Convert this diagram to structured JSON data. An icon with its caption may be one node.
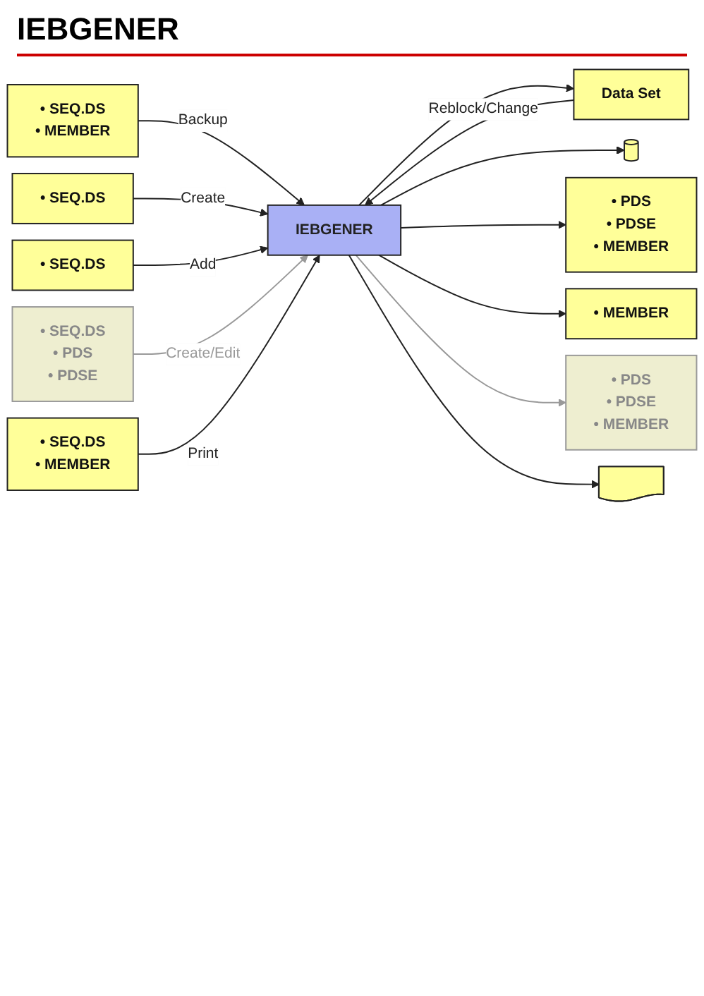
{
  "diagram": {
    "title": "IEBGENER",
    "nodes": [
      {
        "text": [
          "• SEQ.DS",
          "• MEMBER"
        ]
      },
      {
        "text": [
          "• SEQ.DS"
        ]
      },
      {
        "text": [
          "• SEQ.DS"
        ]
      },
      {
        "text": [
          "• SEQ.DS",
          "• PDS",
          "• PDSE"
        ]
      },
      {
        "text": [
          "• SEQ.DS",
          "• MEMBER"
        ]
      },
      {
        "text": [
          "Data Set"
        ]
      },
      {
        "text": [
          "IEBGENER"
        ]
      },
      {
        "text": [],
        "shape": "cylinder"
      },
      {
        "text": [
          "• PDS",
          "• PDSE",
          "• MEMBER"
        ]
      },
      {
        "text": [
          "• MEMBER"
        ]
      },
      {
        "text": [
          "• PDS",
          "• PDSE",
          "• MEMBER"
        ]
      },
      {
        "text": [],
        "shape": "document"
      }
    ],
    "edges": [
      {
        "from": 0,
        "to": 6,
        "arrow": "to",
        "label": "Backup"
      },
      {
        "from": 1,
        "to": 6,
        "arrow": "to",
        "label": "Create"
      },
      {
        "from": 2,
        "to": 6,
        "arrow": "to",
        "label": "Add"
      },
      {
        "from": 3,
        "to": 6,
        "arrow": "to",
        "label": "Create/Edit",
        "color": "#999999"
      },
      {
        "from": 4,
        "to": 6,
        "arrow": "to",
        "label": "Print"
      },
      {
        "from": 5,
        "to": 6,
        "arrow": "to",
        "label": "Reblock/Change"
      },
      {
        "from": 6,
        "to": 5,
        "arrow": "to"
      },
      {
        "from": 6,
        "to": 7,
        "arrow": "to"
      },
      {
        "from": 6,
        "to": 8,
        "arrow": "to"
      },
      {
        "from": 6,
        "to": 9,
        "arrow": "to"
      },
      {
        "from": 6,
        "to": 10,
        "arrow": "to",
        "color": "#999999"
      },
      {
        "from": 6,
        "to": 11,
        "arrow": "to"
      }
    ]
  }
}
